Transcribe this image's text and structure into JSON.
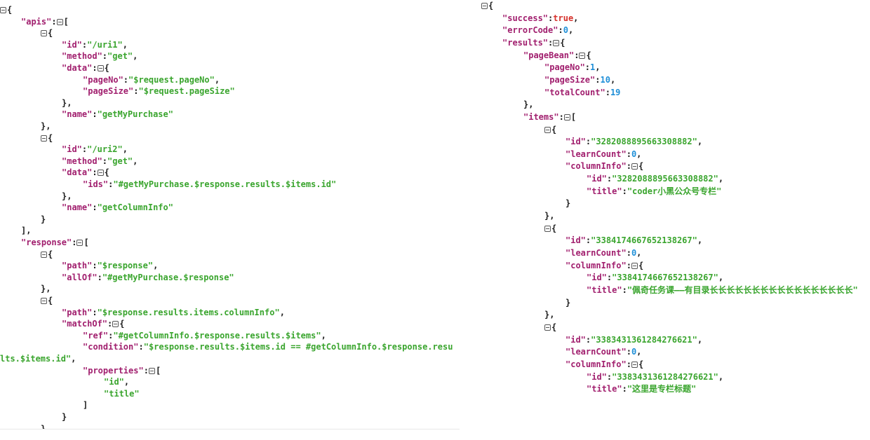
{
  "toggle_icon": "collapse-minus-icon",
  "colors": {
    "key": "#a11f6e",
    "string": "#3aa52e",
    "number": "#1e8fd8",
    "boolean": "#d6312b",
    "punct": "#1b1b1b"
  },
  "left_lines": [
    [
      0,
      [
        [
          "t",
          "{"
        ]
      ]
    ],
    [
      30,
      [
        [
          "k",
          "\"apis\""
        ],
        [
          "p",
          ":"
        ],
        [
          "t",
          "["
        ]
      ]
    ],
    [
      58,
      [
        [
          "t",
          "{"
        ]
      ]
    ],
    [
      88,
      [
        [
          "k",
          "\"id\""
        ],
        [
          "p",
          ":"
        ],
        [
          "s",
          "\"/uri1\""
        ],
        [
          "p",
          ","
        ]
      ]
    ],
    [
      88,
      [
        [
          "k",
          "\"method\""
        ],
        [
          "p",
          ":"
        ],
        [
          "s",
          "\"get\""
        ],
        [
          "p",
          ","
        ]
      ]
    ],
    [
      88,
      [
        [
          "k",
          "\"data\""
        ],
        [
          "p",
          ":"
        ],
        [
          "t",
          "{"
        ]
      ]
    ],
    [
      118,
      [
        [
          "k",
          "\"pageNo\""
        ],
        [
          "p",
          ":"
        ],
        [
          "s",
          "\"$request.pageNo\""
        ],
        [
          "p",
          ","
        ]
      ]
    ],
    [
      118,
      [
        [
          "k",
          "\"pageSize\""
        ],
        [
          "p",
          ":"
        ],
        [
          "s",
          "\"$request.pageSize\""
        ]
      ]
    ],
    [
      88,
      [
        [
          "p",
          "},"
        ]
      ]
    ],
    [
      88,
      [
        [
          "k",
          "\"name\""
        ],
        [
          "p",
          ":"
        ],
        [
          "s",
          "\"getMyPurchase\""
        ]
      ]
    ],
    [
      58,
      [
        [
          "p",
          "},"
        ]
      ]
    ],
    [
      58,
      [
        [
          "t",
          "{"
        ]
      ]
    ],
    [
      88,
      [
        [
          "k",
          "\"id\""
        ],
        [
          "p",
          ":"
        ],
        [
          "s",
          "\"/uri2\""
        ],
        [
          "p",
          ","
        ]
      ]
    ],
    [
      88,
      [
        [
          "k",
          "\"method\""
        ],
        [
          "p",
          ":"
        ],
        [
          "s",
          "\"get\""
        ],
        [
          "p",
          ","
        ]
      ]
    ],
    [
      88,
      [
        [
          "k",
          "\"data\""
        ],
        [
          "p",
          ":"
        ],
        [
          "t",
          "{"
        ]
      ]
    ],
    [
      118,
      [
        [
          "k",
          "\"ids\""
        ],
        [
          "p",
          ":"
        ],
        [
          "s",
          "\"#getMyPurchase.$response.results.$items.id\""
        ]
      ]
    ],
    [
      88,
      [
        [
          "p",
          "},"
        ]
      ]
    ],
    [
      88,
      [
        [
          "k",
          "\"name\""
        ],
        [
          "p",
          ":"
        ],
        [
          "s",
          "\"getColumnInfo\""
        ]
      ]
    ],
    [
      58,
      [
        [
          "p",
          "}"
        ]
      ]
    ],
    [
      30,
      [
        [
          "p",
          "],"
        ]
      ]
    ],
    [
      30,
      [
        [
          "k",
          "\"response\""
        ],
        [
          "p",
          ":"
        ],
        [
          "t",
          "["
        ]
      ]
    ],
    [
      58,
      [
        [
          "t",
          "{"
        ]
      ]
    ],
    [
      88,
      [
        [
          "k",
          "\"path\""
        ],
        [
          "p",
          ":"
        ],
        [
          "s",
          "\"$response\""
        ],
        [
          "p",
          ","
        ]
      ]
    ],
    [
      88,
      [
        [
          "k",
          "\"allOf\""
        ],
        [
          "p",
          ":"
        ],
        [
          "s",
          "\"#getMyPurchase.$response\""
        ]
      ]
    ],
    [
      58,
      [
        [
          "p",
          "},"
        ]
      ]
    ],
    [
      58,
      [
        [
          "t",
          "{"
        ]
      ]
    ],
    [
      88,
      [
        [
          "k",
          "\"path\""
        ],
        [
          "p",
          ":"
        ],
        [
          "s",
          "\"$response.results.items.columnInfo\""
        ],
        [
          "p",
          ","
        ]
      ]
    ],
    [
      88,
      [
        [
          "k",
          "\"matchOf\""
        ],
        [
          "p",
          ":"
        ],
        [
          "t",
          "{"
        ]
      ]
    ],
    [
      118,
      [
        [
          "k",
          "\"ref\""
        ],
        [
          "p",
          ":"
        ],
        [
          "s",
          "\"#getColumnInfo.$response.results.$items\""
        ],
        [
          "p",
          ","
        ]
      ]
    ],
    [
      118,
      [
        [
          "k",
          "\"condition\""
        ],
        [
          "p",
          ":"
        ],
        [
          "s",
          "\"$response.results.$items.id == #getColumnInfo.$response.resu"
        ]
      ]
    ],
    [
      0,
      [
        [
          "s",
          "lts.$items.id\""
        ],
        [
          "p",
          ","
        ]
      ]
    ],
    [
      118,
      [
        [
          "k",
          "\"properties\""
        ],
        [
          "p",
          ":"
        ],
        [
          "t",
          "["
        ]
      ]
    ],
    [
      148,
      [
        [
          "s",
          "\"id\""
        ],
        [
          "p",
          ","
        ]
      ]
    ],
    [
      148,
      [
        [
          "s",
          "\"title\""
        ]
      ]
    ],
    [
      118,
      [
        [
          "p",
          "]"
        ]
      ]
    ],
    [
      88,
      [
        [
          "p",
          "}"
        ]
      ]
    ],
    [
      58,
      [
        [
          "p",
          "}"
        ]
      ]
    ]
  ],
  "right_lines": [
    [
      3,
      [
        [
          "t",
          "{"
        ]
      ]
    ],
    [
      33,
      [
        [
          "k",
          "\"success\""
        ],
        [
          "p",
          ":"
        ],
        [
          "b",
          "true"
        ],
        [
          "p",
          ","
        ]
      ]
    ],
    [
      33,
      [
        [
          "k",
          "\"errorCode\""
        ],
        [
          "p",
          ":"
        ],
        [
          "n",
          "0"
        ],
        [
          "p",
          ","
        ]
      ]
    ],
    [
      33,
      [
        [
          "k",
          "\"results\""
        ],
        [
          "p",
          ":"
        ],
        [
          "t",
          "{"
        ]
      ]
    ],
    [
      63,
      [
        [
          "k",
          "\"pageBean\""
        ],
        [
          "p",
          ":"
        ],
        [
          "t",
          "{"
        ]
      ]
    ],
    [
      93,
      [
        [
          "k",
          "\"pageNo\""
        ],
        [
          "p",
          ":"
        ],
        [
          "n",
          "1"
        ],
        [
          "p",
          ","
        ]
      ]
    ],
    [
      93,
      [
        [
          "k",
          "\"pageSize\""
        ],
        [
          "p",
          ":"
        ],
        [
          "n",
          "10"
        ],
        [
          "p",
          ","
        ]
      ]
    ],
    [
      93,
      [
        [
          "k",
          "\"totalCount\""
        ],
        [
          "p",
          ":"
        ],
        [
          "n",
          "19"
        ]
      ]
    ],
    [
      63,
      [
        [
          "p",
          "},"
        ]
      ]
    ],
    [
      63,
      [
        [
          "k",
          "\"items\""
        ],
        [
          "p",
          ":"
        ],
        [
          "t",
          "["
        ]
      ]
    ],
    [
      93,
      [
        [
          "t",
          "{"
        ]
      ]
    ],
    [
      123,
      [
        [
          "k",
          "\"id\""
        ],
        [
          "p",
          ":"
        ],
        [
          "s",
          "\"3282088895663308882\""
        ],
        [
          "p",
          ","
        ]
      ]
    ],
    [
      123,
      [
        [
          "k",
          "\"learnCount\""
        ],
        [
          "p",
          ":"
        ],
        [
          "n",
          "0"
        ],
        [
          "p",
          ","
        ]
      ]
    ],
    [
      123,
      [
        [
          "k",
          "\"columnInfo\""
        ],
        [
          "p",
          ":"
        ],
        [
          "t",
          "{"
        ]
      ]
    ],
    [
      153,
      [
        [
          "k",
          "\"id\""
        ],
        [
          "p",
          ":"
        ],
        [
          "s",
          "\"3282088895663308882\""
        ],
        [
          "p",
          ","
        ]
      ]
    ],
    [
      153,
      [
        [
          "k",
          "\"title\""
        ],
        [
          "p",
          ":"
        ],
        [
          "s",
          "\"coder小黑公众号专栏\""
        ]
      ]
    ],
    [
      123,
      [
        [
          "p",
          "}"
        ]
      ]
    ],
    [
      93,
      [
        [
          "p",
          "},"
        ]
      ]
    ],
    [
      93,
      [
        [
          "t",
          "{"
        ]
      ]
    ],
    [
      123,
      [
        [
          "k",
          "\"id\""
        ],
        [
          "p",
          ":"
        ],
        [
          "s",
          "\"3384174667652138267\""
        ],
        [
          "p",
          ","
        ]
      ]
    ],
    [
      123,
      [
        [
          "k",
          "\"learnCount\""
        ],
        [
          "p",
          ":"
        ],
        [
          "n",
          "0"
        ],
        [
          "p",
          ","
        ]
      ]
    ],
    [
      123,
      [
        [
          "k",
          "\"columnInfo\""
        ],
        [
          "p",
          ":"
        ],
        [
          "t",
          "{"
        ]
      ]
    ],
    [
      153,
      [
        [
          "k",
          "\"id\""
        ],
        [
          "p",
          ":"
        ],
        [
          "s",
          "\"3384174667652138267\""
        ],
        [
          "p",
          ","
        ]
      ]
    ],
    [
      153,
      [
        [
          "k",
          "\"title\""
        ],
        [
          "p",
          ":"
        ],
        [
          "s",
          "\"佩奇任务课——有目录长长长长长长长长长长长长长长长长长\""
        ]
      ]
    ],
    [
      123,
      [
        [
          "p",
          "}"
        ]
      ]
    ],
    [
      93,
      [
        [
          "p",
          "},"
        ]
      ]
    ],
    [
      93,
      [
        [
          "t",
          "{"
        ]
      ]
    ],
    [
      123,
      [
        [
          "k",
          "\"id\""
        ],
        [
          "p",
          ":"
        ],
        [
          "s",
          "\"3383431361284276621\""
        ],
        [
          "p",
          ","
        ]
      ]
    ],
    [
      123,
      [
        [
          "k",
          "\"learnCount\""
        ],
        [
          "p",
          ":"
        ],
        [
          "n",
          "0"
        ],
        [
          "p",
          ","
        ]
      ]
    ],
    [
      123,
      [
        [
          "k",
          "\"columnInfo\""
        ],
        [
          "p",
          ":"
        ],
        [
          "t",
          "{"
        ]
      ]
    ],
    [
      153,
      [
        [
          "k",
          "\"id\""
        ],
        [
          "p",
          ":"
        ],
        [
          "s",
          "\"3383431361284276621\""
        ],
        [
          "p",
          ","
        ]
      ]
    ],
    [
      153,
      [
        [
          "k",
          "\"title\""
        ],
        [
          "p",
          ":"
        ],
        [
          "s",
          "\"这里是专栏标题\""
        ]
      ]
    ]
  ]
}
